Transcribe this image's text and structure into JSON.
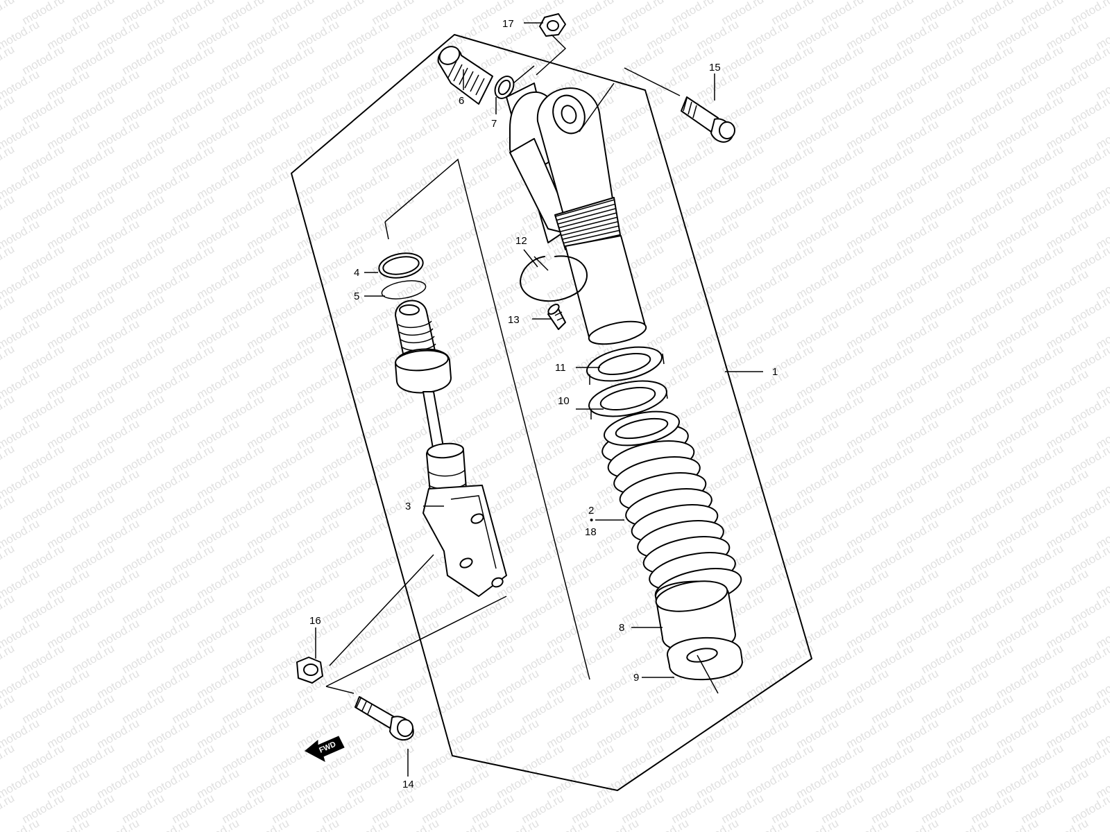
{
  "watermark": "motod.ru",
  "direction_label": "FWD",
  "callouts": [
    {
      "id": "1",
      "label": "1"
    },
    {
      "id": "2",
      "label": "2"
    },
    {
      "id": "3",
      "label": "3"
    },
    {
      "id": "4",
      "label": "4"
    },
    {
      "id": "5",
      "label": "5"
    },
    {
      "id": "6",
      "label": "6"
    },
    {
      "id": "7",
      "label": "7"
    },
    {
      "id": "8",
      "label": "8"
    },
    {
      "id": "9",
      "label": "9"
    },
    {
      "id": "10",
      "label": "10"
    },
    {
      "id": "11",
      "label": "11"
    },
    {
      "id": "12",
      "label": "12"
    },
    {
      "id": "13",
      "label": "13"
    },
    {
      "id": "14",
      "label": "14"
    },
    {
      "id": "15",
      "label": "15"
    },
    {
      "id": "16",
      "label": "16"
    },
    {
      "id": "17",
      "label": "17"
    },
    {
      "id": "18",
      "label": "18"
    }
  ],
  "callout_separator": "•"
}
